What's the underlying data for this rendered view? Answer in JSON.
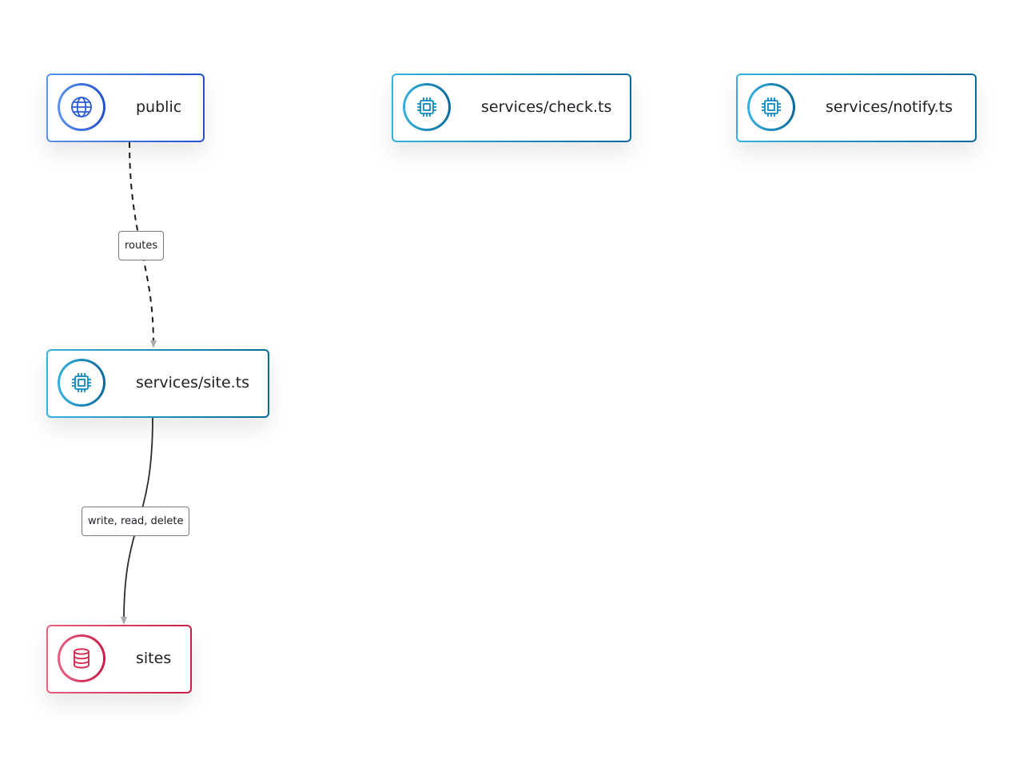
{
  "nodes": {
    "public": {
      "label": "public",
      "type": "gateway",
      "icon": "globe-icon",
      "color": "#2a5bd7"
    },
    "site_ts": {
      "label": "services/site.ts",
      "type": "service",
      "icon": "chip-icon",
      "color": "#1088c0"
    },
    "check_ts": {
      "label": "services/check.ts",
      "type": "service",
      "icon": "chip-icon",
      "color": "#1088c0"
    },
    "notify_ts": {
      "label": "services/notify.ts",
      "type": "service",
      "icon": "chip-icon",
      "color": "#1088c0"
    },
    "sites": {
      "label": "sites",
      "type": "database",
      "icon": "database-icon",
      "color": "#d6234b"
    }
  },
  "edges": {
    "routes": {
      "from": "public",
      "to": "services/site.ts",
      "label": "routes",
      "style": "dashed"
    },
    "db_access": {
      "from": "services/site.ts",
      "to": "sites",
      "label": "write, read, delete",
      "style": "solid"
    }
  }
}
